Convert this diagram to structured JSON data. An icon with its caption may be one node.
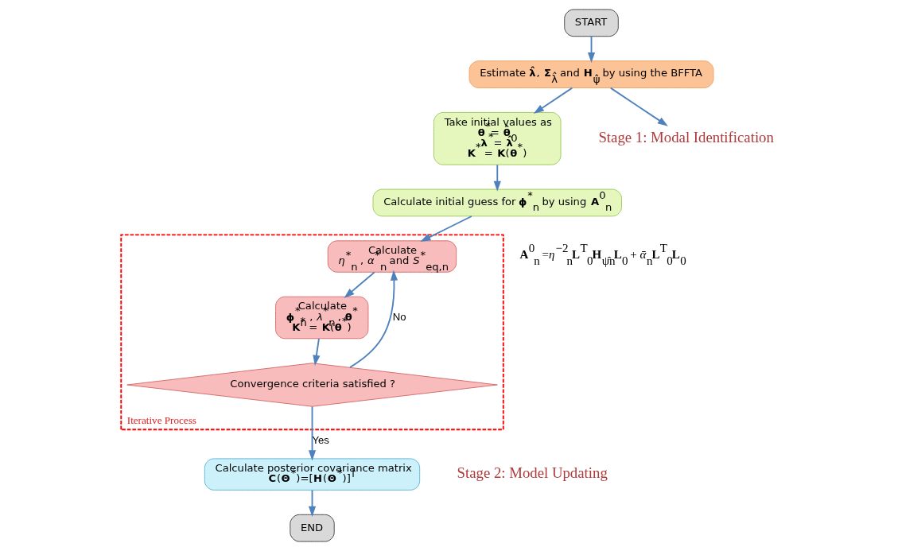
{
  "diagram": {
    "nodes": [
      {
        "text": [
          "START"
        ]
      },
      {
        "text": [
          "Estimate **λ̂**, **Σ**$_{λ̂}$ and **H**$_{ψ̂}$ by using the BFFTA"
        ]
      },
      {
        "text": [
          "Take initial values as",
          "**θ**$^{*}$= **θ̂**$_{0}$",
          "**λ**$^{*}$= **λ̂**",
          "**K**$^{*}$ = **K**(**θ**$^{*}$)"
        ]
      },
      {
        "text": [
          "Calculate initial guess for **ϕ**$^{*}$$_{n}$ by using **A**$^{0}$$_{n}$"
        ]
      },
      {
        "text": [
          "Iterative Process"
        ]
      },
      {
        "text": [
          "Calculate",
          "*η*$^{*}$$_{n}$ , *α*$^{*}$$_{n}$ and *S*$^{*}$$_{eq,n}$"
        ],
        "in": 4
      },
      {
        "text": [
          "Calculate",
          "**ϕ**$^{*}$$_{n}$ , *λ*$^{*}$$_{n}$ , **θ**$^{*}$",
          "**K**$^{*}$ = **K**(**θ**$^{*}$)"
        ],
        "in": 4
      },
      {
        "text": [
          "Convergence criteria satisfied ?"
        ],
        "in": 4
      },
      {
        "text": [
          "Calculate posterior covariance matrix",
          "**C**(**Θ**$^{*}$)=[**H**(**Θ**$^{*}$)]$^{†}$"
        ]
      },
      {
        "text": [
          "END"
        ]
      },
      {
        "text": [
          "Stage 1: Modal Identification"
        ]
      }
    ],
    "edges": [
      {
        "from": 0,
        "to": 1,
        "arrow": "to"
      },
      {
        "from": 1,
        "to": 10,
        "arrow": "to"
      },
      {
        "from": 1,
        "to": 2,
        "arrow": "to"
      },
      {
        "from": 2,
        "to": 3,
        "arrow": "to"
      },
      {
        "from": 3,
        "to": 5,
        "arrow": "to"
      },
      {
        "from": 5,
        "to": 6,
        "arrow": "to"
      },
      {
        "from": 6,
        "to": 7,
        "arrow": "to"
      },
      {
        "from": 7,
        "to": 5,
        "arrow": "to",
        "label": "No"
      },
      {
        "from": 7,
        "to": 8,
        "arrow": "to",
        "label": "Yes"
      },
      {
        "from": 8,
        "to": 9,
        "arrow": "to"
      }
    ],
    "labels": [
      "**A**$^{0}$$_{n}$ =*η*$^{−2}$$_{n}$**L**$^{T}$$_{0}$**H**$_{ψ̂n}$**L**$_{0}$ + *ᾱ*$_{n}$**L**$^{T}$$_{0}$**L**$_{0}$",
      "Stage 2: Model Updating"
    ]
  }
}
